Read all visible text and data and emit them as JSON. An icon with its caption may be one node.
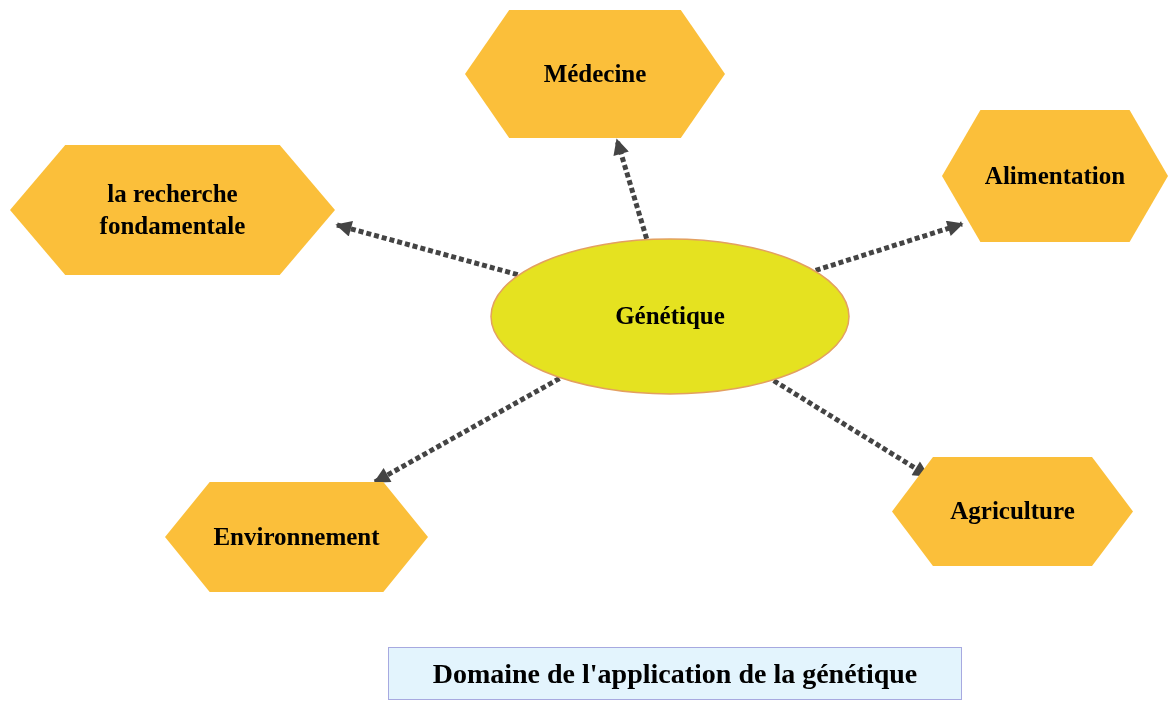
{
  "diagram": {
    "caption": "Domaine de l'application de la génétique",
    "nodes": [
      {
        "text": [
          "Médecine"
        ]
      },
      {
        "text": [
          "la recherche fondamentale"
        ]
      },
      {
        "text": [
          "Alimentation"
        ]
      },
      {
        "text": [
          "Génétique"
        ]
      },
      {
        "text": [
          "Environnement"
        ]
      },
      {
        "text": [
          "Agriculture"
        ]
      }
    ],
    "edges": [
      {
        "from": 3,
        "to": 0,
        "arrow": "to",
        "style": "dashed"
      },
      {
        "from": 3,
        "to": 1,
        "arrow": "to",
        "style": "dashed"
      },
      {
        "from": 3,
        "to": 2,
        "arrow": "to",
        "style": "dashed"
      },
      {
        "from": 3,
        "to": 4,
        "arrow": "to",
        "style": "dashed"
      },
      {
        "from": 3,
        "to": 5,
        "arrow": "to",
        "style": "dashed"
      }
    ]
  }
}
